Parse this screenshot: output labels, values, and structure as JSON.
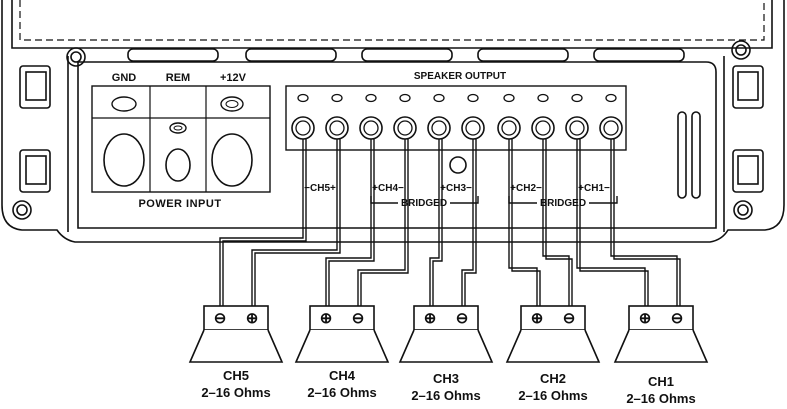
{
  "power": {
    "title": "POWER INPUT",
    "terminals": [
      "GND",
      "REM",
      "+12V"
    ]
  },
  "speaker_output": {
    "title": "SPEAKER OUTPUT",
    "channels": [
      {
        "label": "CH5",
        "left": "−",
        "right": "+"
      },
      {
        "label": "CH4",
        "left": "+",
        "right": "−"
      },
      {
        "label": "CH3",
        "left": "+",
        "right": "−"
      },
      {
        "label": "CH2",
        "left": "+",
        "right": "−"
      },
      {
        "label": "CH1",
        "left": "+",
        "right": "−"
      }
    ],
    "bridged_label": "BRIDGED"
  },
  "speakers": [
    {
      "label": "CH5",
      "ohms": "2–16 Ohms",
      "pos": "⊖",
      "neg": "⊕"
    },
    {
      "label": "CH4",
      "ohms": "2–16 Ohms",
      "pos": "⊕",
      "neg": "⊖"
    },
    {
      "label": "CH3",
      "ohms": "2–16 Ohms",
      "pos": "⊕",
      "neg": "⊖"
    },
    {
      "label": "CH2",
      "ohms": "2–16 Ohms",
      "pos": "⊕",
      "neg": "⊖"
    },
    {
      "label": "CH1",
      "ohms": "2–16 Ohms",
      "pos": "⊕",
      "neg": "⊖"
    }
  ]
}
